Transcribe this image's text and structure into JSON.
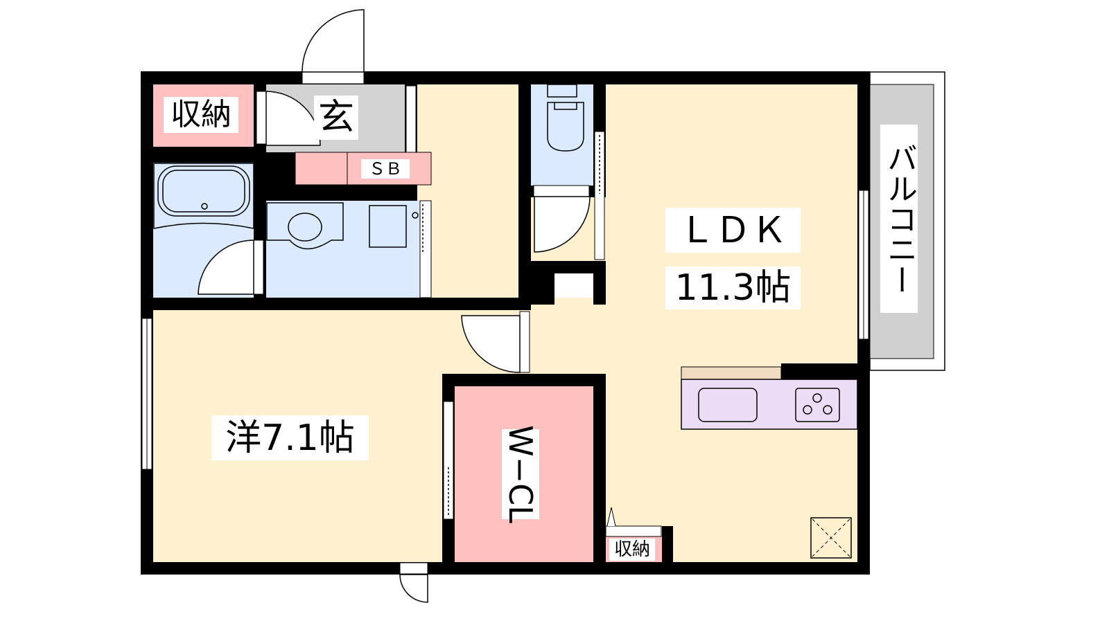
{
  "rooms": {
    "storage_entry": "収納",
    "genkan": "玄",
    "shoebox": "ＳＢ",
    "ldk_name": "ＬＤＫ",
    "ldk_size": "11.3帖",
    "western_room": "洋7.1帖",
    "walk_in_closet": "W−CL",
    "balcony": "バルコニー",
    "storage_small": "収納"
  },
  "colors": {
    "floor": "#fff1d0",
    "storage": "#ffc0c0",
    "wet_area": "#dbeaff",
    "genkan": "#d3d3d3",
    "kitchen": "#ecdcf5",
    "wall": "#000000"
  }
}
